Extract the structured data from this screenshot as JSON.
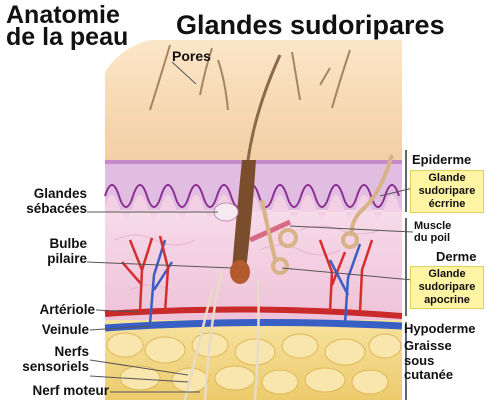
{
  "title": {
    "line1": "Anatomie",
    "line2": "de la peau",
    "subtitle": "Glandes sudoripares"
  },
  "labels": {
    "pores": "Pores",
    "sebaceous_1": "Glandes",
    "sebaceous_2": "sébacées",
    "bulb_1": "Bulbe",
    "bulb_2": "pilaire",
    "arteriole": "Artériole",
    "venule": "Veinule",
    "sensory_1": "Nerfs",
    "sensory_2": "sensoriels",
    "motor_nerve": "Nerf moteur",
    "epidermis": "Epiderme",
    "eccrine_1": "Glande",
    "eccrine_2": "sudoripare",
    "eccrine_3": "écrrine",
    "muscle_1": "Muscle",
    "muscle_2": "du poil",
    "dermis": "Derme",
    "apocrine_1": "Glande",
    "apocrine_2": "sudoripare",
    "apocrine_3": "apocrine",
    "hypodermis": "Hypoderme",
    "fat_1": "Graisse",
    "fat_2": "sous",
    "fat_3": "cutanée"
  },
  "colors": {
    "surface": "#f8d9b0",
    "epidermis": "#d9b3d9",
    "dermis": "#f3cfe3",
    "fat": "#f3d682",
    "artery": "#d62d2d",
    "vein": "#3a5fc4",
    "label_box": "#fff3a4"
  }
}
